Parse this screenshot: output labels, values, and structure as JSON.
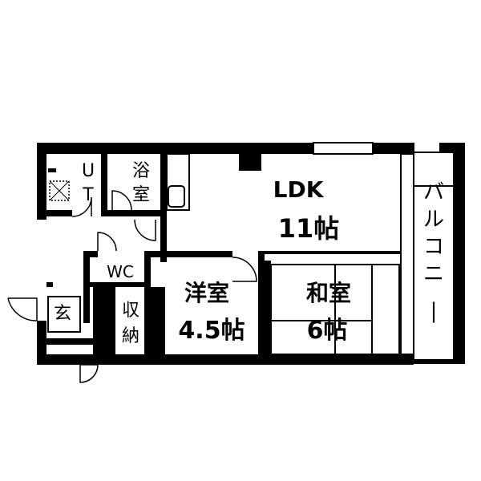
{
  "floorplan": {
    "rooms": {
      "ldk": {
        "name": "LDK",
        "size": "11帖"
      },
      "western": {
        "name": "洋室",
        "size": "4.5帖"
      },
      "japanese": {
        "name": "和室",
        "size": "6帖"
      },
      "bath": {
        "name": "浴室"
      },
      "ut": {
        "name": "UT"
      },
      "wc": {
        "name": "WC"
      },
      "entrance": {
        "name": "玄"
      },
      "storage": {
        "name": "収納"
      },
      "balcony": {
        "name": "バルコニー"
      }
    }
  }
}
